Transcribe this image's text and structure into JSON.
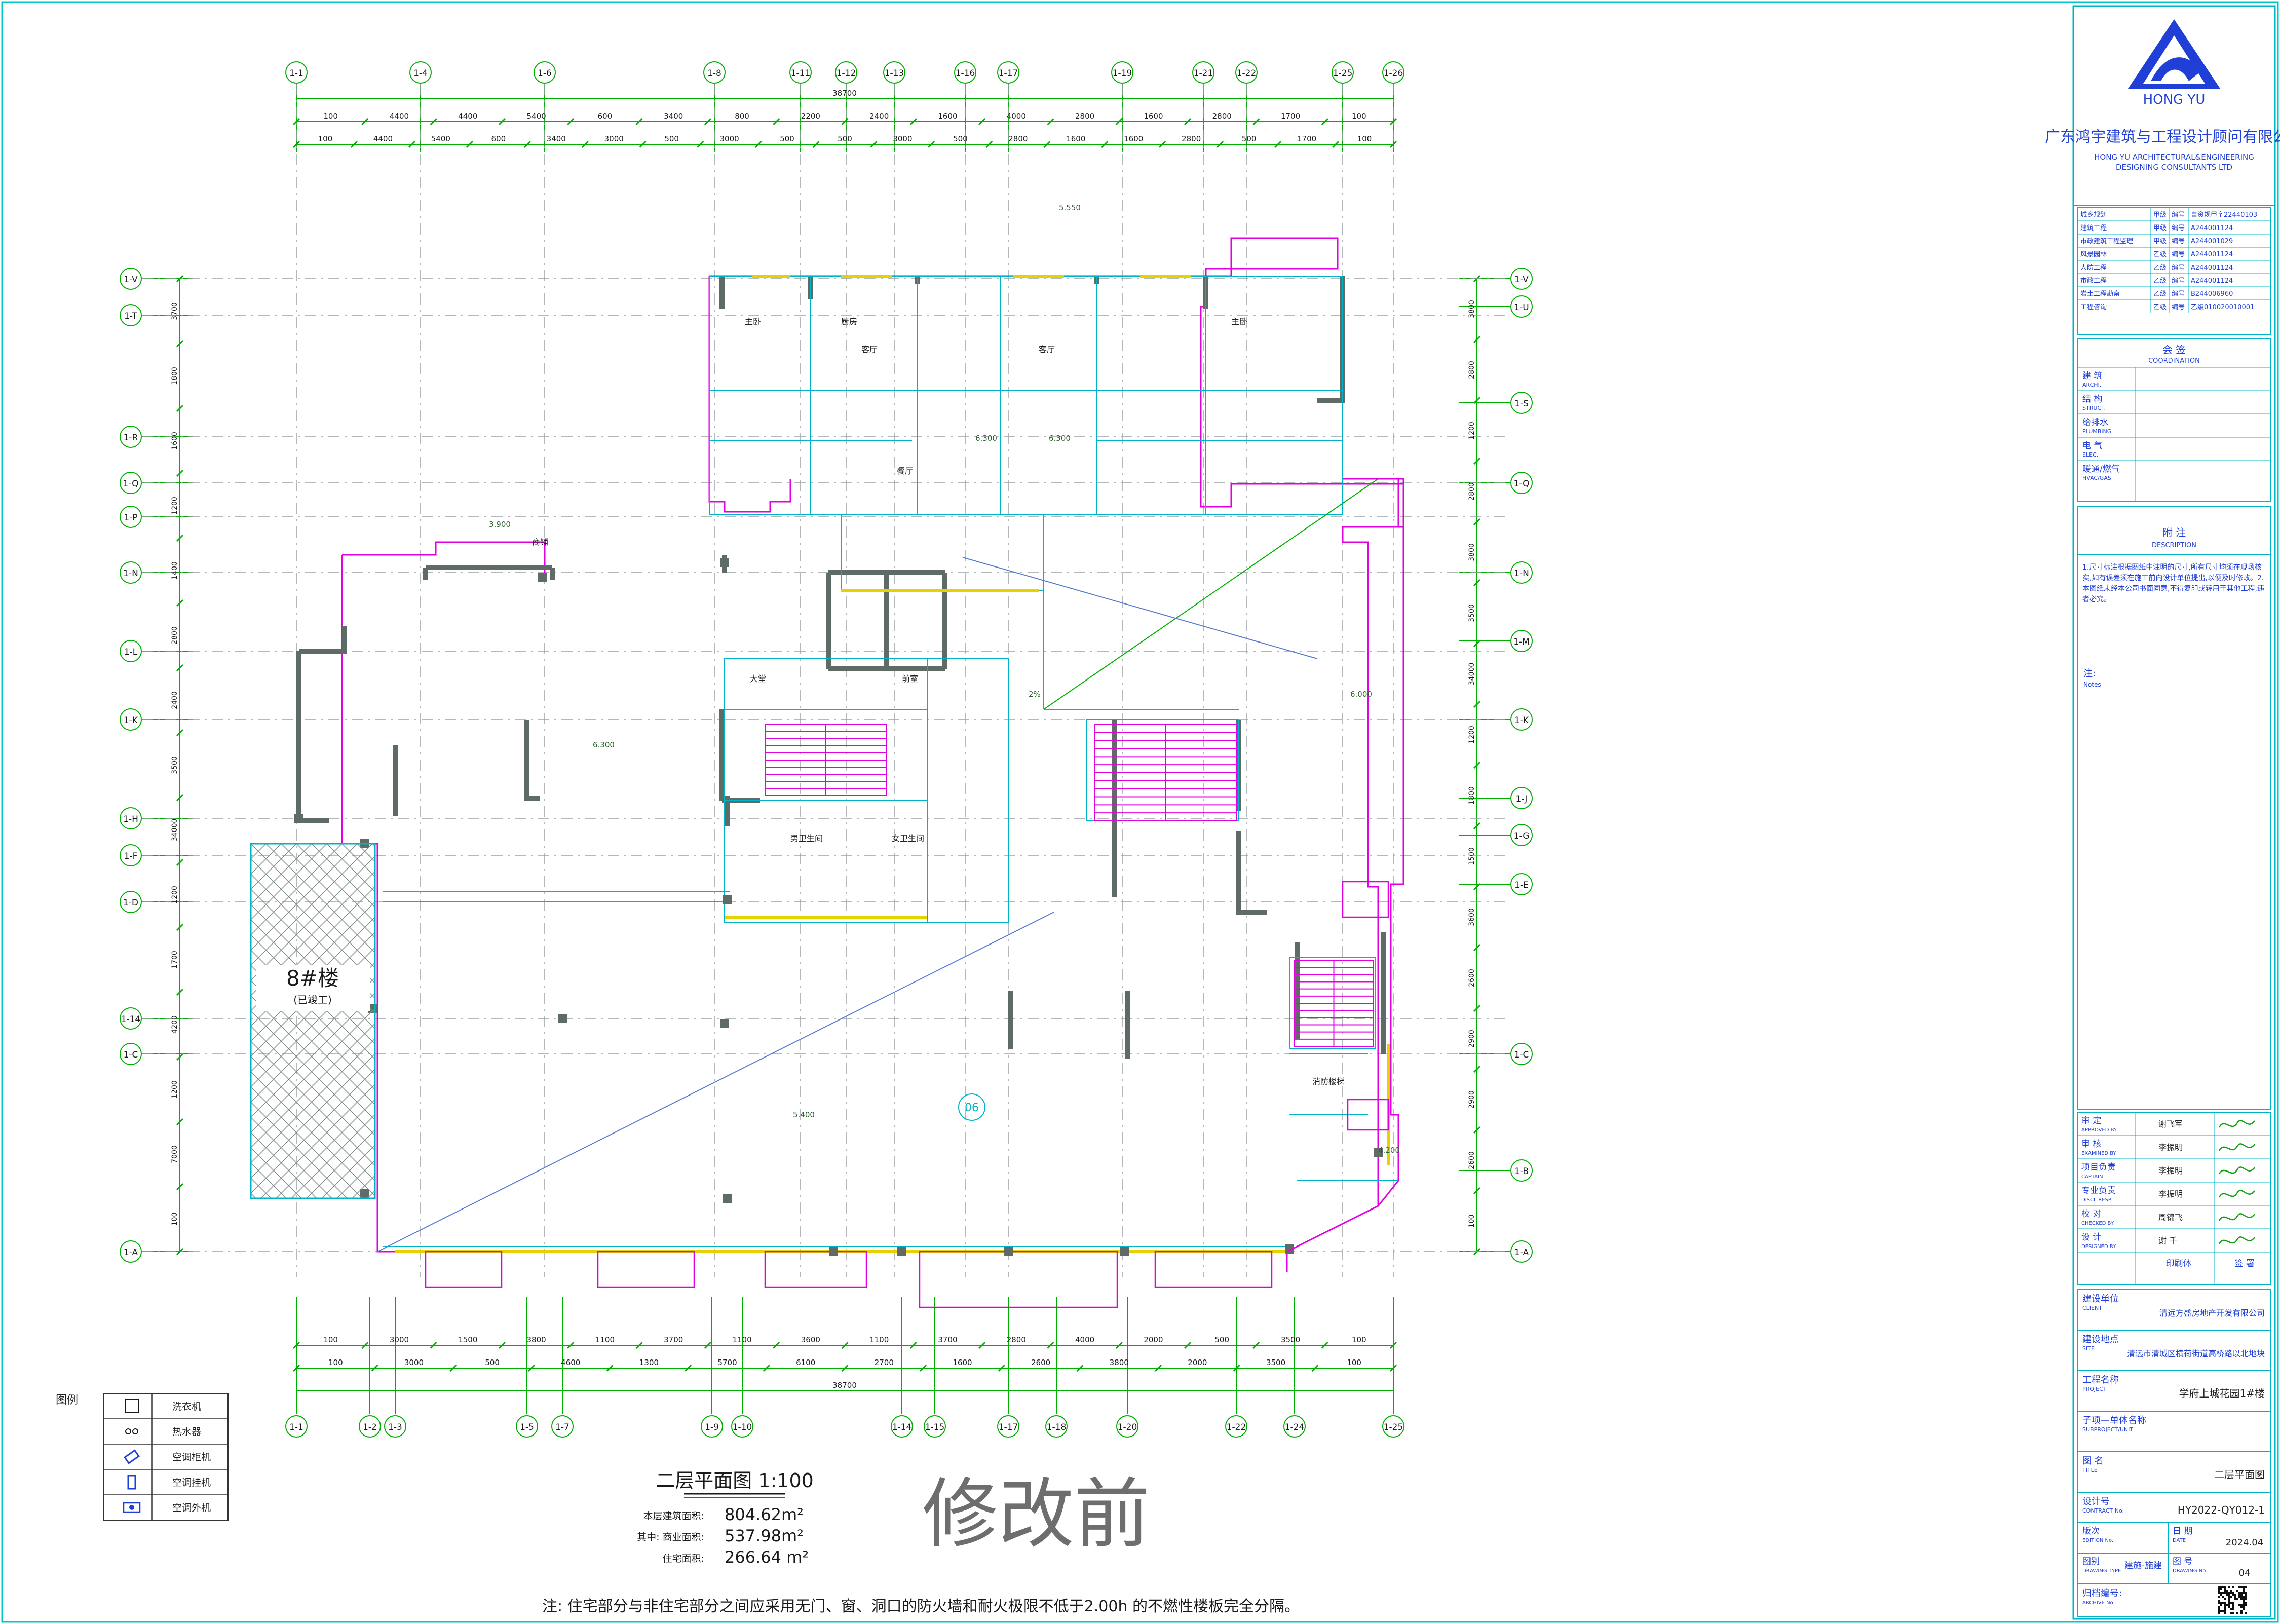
{
  "sheet": {
    "plan_title": "二层平面图 1:100",
    "revision_stamp": "修改前",
    "stats": [
      {
        "label": "本层建筑面积:",
        "value": "804.62m²"
      },
      {
        "label": "其中: 商业面积:",
        "value": "537.98m²"
      },
      {
        "label": "住宅面积:",
        "value": "266.64 m²"
      }
    ],
    "note": "注: 住宅部分与非住宅部分之间应采用无门、窗、洞口的防火墙和耐火极限不低于2.00h 的不燃性楼板完全分隔。",
    "block_label": "8#楼",
    "block_sublabel": "(已竣工)",
    "room_labels": {
      "lobby": "大堂",
      "hall": "客厅",
      "hall2": "客厅",
      "kitchen": "厨房",
      "dining": "餐厅",
      "stair_lobby": "前室",
      "shop": "商铺",
      "bedroom": "主卧",
      "bedroom2": "主卧",
      "toilet_m": "男卫生间",
      "toilet_f": "女卫生间",
      "fire_stair": "消防楼梯"
    },
    "elevations": {
      "e1": "6.300",
      "e2": "6.300",
      "e3": "6.300",
      "e4": "5.400",
      "e5": "4.200",
      "e6": "6.000",
      "e7": "5.550",
      "e8": "3.900"
    },
    "slope": "2%",
    "grid_circle": "06"
  },
  "grid": {
    "top_labels": [
      "1-1",
      "1-4",
      "1-6",
      "1-8",
      "1-11",
      "1-12",
      "1-13",
      "1-16",
      "1-17",
      "1-19",
      "1-21",
      "1-22",
      "1-25",
      "1-26"
    ],
    "bottom_labels": [
      "1-1",
      "1-2",
      "1-3",
      "1-5",
      "1-7",
      "1-9",
      "1-10",
      "1-14",
      "1-15",
      "1-17",
      "1-18",
      "1-20",
      "1-22",
      "1-24",
      "1-25"
    ],
    "left_labels": [
      "1-V",
      "1-T",
      "1-R",
      "1-Q",
      "1-P",
      "1-N",
      "1-L",
      "1-K",
      "1-H",
      "1-F",
      "1-D",
      "1-14",
      "1-C",
      "1-A"
    ],
    "right_labels": [
      "1-V",
      "1-U",
      "1-S",
      "1-Q",
      "1-N",
      "1-M",
      "1-K",
      "1-J",
      "1-G",
      "1-E",
      "1-C",
      "1-B",
      "1-A"
    ],
    "top_total": "38700",
    "bottom_total": "38700",
    "top_dims_row1": [
      "100",
      "4400",
      "4400",
      "5400",
      "600",
      "3400",
      "800",
      "2200",
      "2400",
      "1600",
      "4000",
      "2800",
      "1600",
      "2800",
      "1700",
      "100"
    ],
    "top_dims_row2": [
      "100",
      "4400",
      "5400",
      "600",
      "3400",
      "3000",
      "500",
      "3000",
      "500",
      "500",
      "3000",
      "500",
      "2800",
      "1600",
      "1600",
      "2800",
      "500",
      "1700",
      "100"
    ],
    "bottom_dims_row1": [
      "100",
      "3000",
      "1500",
      "3800",
      "1100",
      "3700",
      "1100",
      "3600",
      "1100",
      "3700",
      "2800",
      "4000",
      "2000",
      "500",
      "3500",
      "100"
    ],
    "bottom_dims_row2": [
      "100",
      "3000",
      "500",
      "4600",
      "1300",
      "5700",
      "6100",
      "2700",
      "1600",
      "2600",
      "3800",
      "2000",
      "3500",
      "100"
    ],
    "left_dims": [
      "3700",
      "1800",
      "1600",
      "1200",
      "1400",
      "2800",
      "2400",
      "3500",
      "34000",
      "1200",
      "1700",
      "4200",
      "1200",
      "7000",
      "100"
    ],
    "right_dims": [
      "3800",
      "2800",
      "1200",
      "2800",
      "3800",
      "3500",
      "34000",
      "1200",
      "1800",
      "1500",
      "3600",
      "2600",
      "2900",
      "2900",
      "2600",
      "100"
    ]
  },
  "legend": {
    "title": "图例",
    "items": [
      {
        "icon": "washer-icon",
        "label": "洗衣机"
      },
      {
        "icon": "water-heater-icon",
        "label": "热水器"
      },
      {
        "icon": "ac-outdoor-icon",
        "label": "空调柜机"
      },
      {
        "icon": "ac-indoor-icon",
        "label": "空调挂机"
      },
      {
        "icon": "ac-unit-icon",
        "label": "空调外机"
      }
    ]
  },
  "titleblock": {
    "company_cn": "广东鸿宇建筑与工程设计顾问有限公司",
    "company_en": "HONG YU ARCHITECTURAL&ENGINEERING DESIGNING CONSULTANTS LTD",
    "logo_text": "HONG YU",
    "quals": [
      {
        "k": "城乡规划",
        "g": "甲级",
        "n": "编号",
        "v": "自资规甲字22440103"
      },
      {
        "k": "建筑工程",
        "g": "甲级",
        "n": "编号",
        "v": "A244001124"
      },
      {
        "k": "市政建筑工程监理",
        "g": "甲级",
        "n": "编号",
        "v": "A244001029"
      },
      {
        "k": "风景园林",
        "g": "乙级",
        "n": "编号",
        "v": "A244001124"
      },
      {
        "k": "人防工程",
        "g": "乙级",
        "n": "编号",
        "v": "A244001124"
      },
      {
        "k": "市政工程",
        "g": "乙级",
        "n": "编号",
        "v": "A244001124"
      },
      {
        "k": "岩土工程勘察",
        "g": "乙级",
        "n": "编号",
        "v": "B244006960"
      },
      {
        "k": "工程咨询",
        "g": "乙级",
        "n": "编号",
        "v": "乙级010020010001"
      }
    ],
    "coord_title": "会 签",
    "coord_title_en": "COORDINATION",
    "coord_rows": [
      {
        "cn": "建 筑",
        "en": "ARCHI."
      },
      {
        "cn": "结 构",
        "en": "STRUCT."
      },
      {
        "cn": "给排水",
        "en": "PLUMBING"
      },
      {
        "cn": "电 气",
        "en": "ELEC."
      },
      {
        "cn": "暖通/燃气",
        "en": "HVAC/GAS"
      }
    ],
    "notes_title": "附 注",
    "notes_title_en": "DESCRIPTION",
    "notes_text": "1.尺寸标注根据图纸中注明的尺寸,所有尺寸均须在现场核实,如有误差须在施工前向设计单位提出,以便及时修改。2.本图纸未经本公司书面同意,不得复印或转用于其他工程,违者必究。",
    "memo_label": "注:",
    "memo_label_en": "Notes",
    "sign_rows": [
      {
        "cn": "审 定",
        "en": "APPROVED BY",
        "name": "谢飞军"
      },
      {
        "cn": "审 核",
        "en": "EXAMINED BY",
        "name": "李振明"
      },
      {
        "cn": "项目负责",
        "en": "CAPTAIN",
        "name": "李振明"
      },
      {
        "cn": "专业负责",
        "en": "DISCI. RESP.",
        "name": "李振明"
      },
      {
        "cn": "校 对",
        "en": "CHECKED BY",
        "name": "周锦飞"
      },
      {
        "cn": "设 计",
        "en": "DESIGNED BY",
        "name": "谢 千"
      }
    ],
    "print_label": "印刷体",
    "sign_label": "签 署",
    "client_label": "建设单位",
    "client_label_en": "CLIENT",
    "client": "清远方盛房地产开发有限公司",
    "site_label": "建设地点",
    "site_label_en": "SITE",
    "site": "清远市清城区横荷街道高桥路以北地块",
    "project_label": "工程名称",
    "project_label_en": "PROJECT",
    "project": "学府上城花园1#楼",
    "subitem_label": "子项—单体名称",
    "subitem_label_en": "SUBPROJECT/UNIT",
    "title_label": "图 名",
    "title_label_en": "TITLE",
    "drawing_title": "二层平面图",
    "contract_label": "设计号",
    "contract_label_en": "CONTRACT No.",
    "contract_no": "HY2022-QY012-1",
    "rev_label": "版次",
    "rev_label_en": "EDITION No.",
    "date_label": "日 期",
    "date_label_en": "DATE",
    "date": "2024.04",
    "dtype_label": "图别",
    "dtype_label_en": "DRAWING TYPE",
    "dtype": "建施-施建",
    "sheet_label": "图 号",
    "sheet_label_en": "DRAWING No.",
    "sheet_no": "04",
    "archive_label": "归档编号:",
    "archive_label_en": "ARCHIVE No."
  }
}
